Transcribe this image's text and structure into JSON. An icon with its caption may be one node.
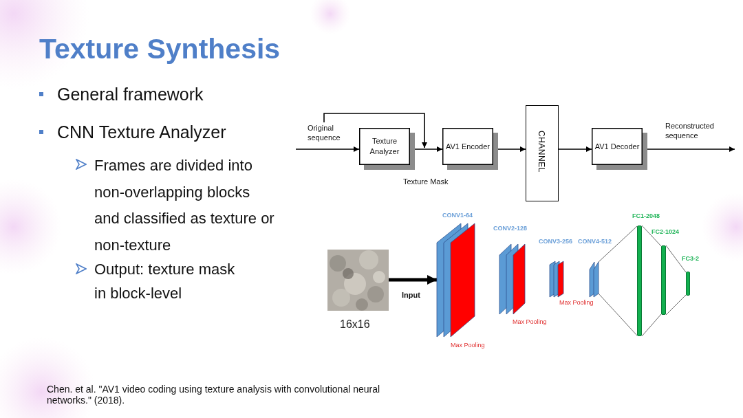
{
  "diagram": {
    "title": "Texture Synthesis",
    "nodes": [
      {
        "text": [
          "Texture Analyzer"
        ]
      },
      {
        "text": [
          "AV1 Encoder"
        ]
      },
      {
        "text": [
          "CHANNEL"
        ]
      },
      {
        "text": [
          "AV1 Decoder"
        ]
      },
      {
        "text": [],
        "shape": "picture",
        "beside": [
          "16x16"
        ]
      },
      {
        "text": [
          "CONV1-64"
        ],
        "beside": [
          "Max Pooling"
        ]
      },
      {
        "text": [
          "CONV2-128"
        ],
        "beside": [
          "Max Pooling"
        ]
      },
      {
        "text": [
          "CONV3-256"
        ],
        "beside": [
          "Max Pooling"
        ]
      },
      {
        "text": [
          "CONV4-512"
        ]
      },
      {
        "text": [
          "FC1-2048"
        ]
      },
      {
        "text": [
          "FC2-1024"
        ]
      },
      {
        "text": [
          "FC3-2"
        ]
      }
    ],
    "edges": [
      {
        "from": null,
        "to": 0,
        "arrow": "to",
        "label": "Original sequence"
      },
      {
        "from": null,
        "to": 1,
        "arrow": "to"
      },
      {
        "from": 0,
        "to": 1,
        "arrow": "to",
        "label": "Texture Mask"
      },
      {
        "from": 1,
        "to": 2,
        "arrow": "to"
      },
      {
        "from": 2,
        "to": 3,
        "arrow": "to"
      },
      {
        "from": 3,
        "to": null,
        "arrow": "to",
        "label": "Reconstructed sequence"
      },
      {
        "from": 4,
        "to": 5,
        "arrow": "to",
        "label": "Input",
        "style": "thick"
      },
      {
        "from": 8,
        "to": 9,
        "arrow": "none",
        "color": "#595959"
      },
      {
        "from": 8,
        "to": 9,
        "arrow": "none",
        "color": "#595959"
      },
      {
        "from": 9,
        "to": 10,
        "arrow": "none",
        "color": "#595959"
      },
      {
        "from": 9,
        "to": 10,
        "arrow": "none",
        "color": "#595959"
      },
      {
        "from": 10,
        "to": 11,
        "arrow": "none",
        "color": "#595959"
      },
      {
        "from": 10,
        "to": 11,
        "arrow": "none",
        "color": "#595959"
      }
    ],
    "labels": [
      "General framework",
      "CNN Texture Analyzer",
      "Frames are divided into non-overlapping blocks and classified as texture or non-texture",
      "Output: texture mask in block-level",
      "Chen. et al. \"AV1 video coding using texture analysis with convolutional neural networks.\" (2018)."
    ]
  }
}
